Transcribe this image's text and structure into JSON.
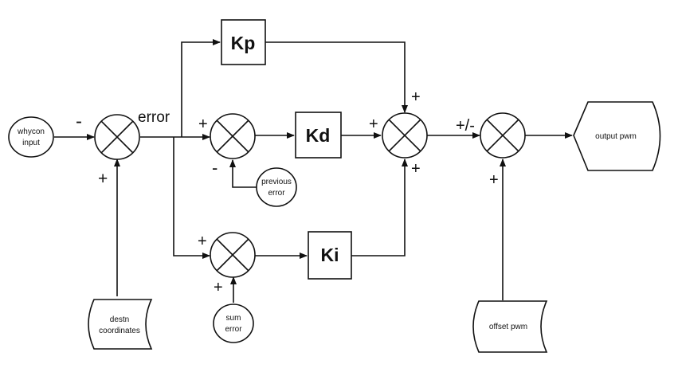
{
  "diagram": {
    "inputs": {
      "whycon_line1": "whycon",
      "whycon_line2": "input",
      "destn_line1": "destn",
      "destn_line2": "coordinates",
      "offset_pwm": "offset pwm",
      "previous_line1": "previous",
      "previous_line2": "error",
      "sum_line1": "sum",
      "sum_line2": "error"
    },
    "blocks": {
      "kp": "Kp",
      "kd": "Kd",
      "ki": "Ki"
    },
    "output": "output pwm",
    "signals": {
      "error": "error"
    },
    "signs": {
      "main_minus": "-",
      "main_plus": "+",
      "deriv_plus": "+",
      "deriv_minus": "-",
      "integ_plus_top": "+",
      "integ_plus_bottom": "+",
      "combine_plus_top": "+",
      "combine_plus_left": "+",
      "combine_plus_bottom": "+",
      "offset_plus_minus": "+/-",
      "offset_plus": "+"
    }
  }
}
